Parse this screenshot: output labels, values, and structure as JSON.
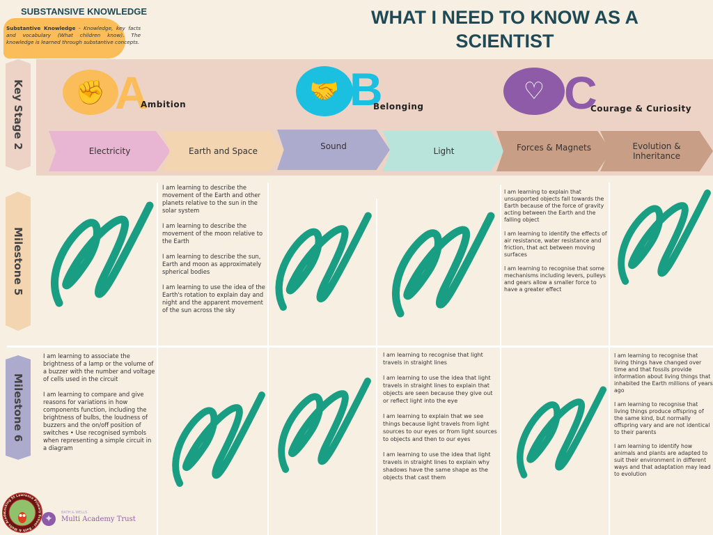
{
  "header": {
    "section_title": "SUBSTANSIVE KNOWLEDGE",
    "definition_term": "Substantive Knowledge",
    "definition_text": " - Knowledge, key facts and vocabulary (What children know). The knowledge is learned through substantive concepts.",
    "title": "WHAT I NEED TO KNOW AS A SCIENTIST"
  },
  "stages": {
    "key_stage": "Key Stage 2",
    "milestone5": "Milestone 5",
    "milestone6": "Milestone 6"
  },
  "values": [
    {
      "letter": "A",
      "label": "Ambition",
      "icon": "fist-icon",
      "color": "#fbbd5a"
    },
    {
      "letter": "B",
      "label": "Belonging",
      "icon": "pinky-promise-icon",
      "color": "#1bbfe0"
    },
    {
      "letter": "C",
      "label": "Courage & Curiosity",
      "icon": "heart-hands-icon",
      "color": "#8e5ba8"
    }
  ],
  "topics": [
    {
      "label": "Electricity",
      "color": "#e8b6d2"
    },
    {
      "label": "Earth and Space",
      "color": "#f3d5b2"
    },
    {
      "label": "Sound",
      "color": "#acabcd"
    },
    {
      "label": "Light",
      "color": "#b8e4dc"
    },
    {
      "label": "Forces & Magnets",
      "color": "#c89e86"
    },
    {
      "label": "Evolution & Inheritance",
      "color": "#c89e86"
    }
  ],
  "milestone5": {
    "earth_space": [
      "I am learning to describe the movement of the Earth and other planets relative to the sun in the solar system",
      "I am learning to describe the movement of the moon relative to the Earth",
      "I am learning to describe the sun, Earth and moon as approximately spherical bodies",
      "I am learning to use the idea of the Earth's rotation to explain day and night and the apparent movement of the sun across the sky"
    ],
    "forces": [
      "I am learning to explain that unsupported objects fall towards the Earth because of the force of gravity acting between the Earth and the falling object",
      "I am learning to identify the effects of air resistance, water resistance and friction, that act between moving surfaces",
      "I am learning to recognise that some mechanisms including levers, pulleys and gears allow a smaller force to have a greater effect"
    ]
  },
  "milestone6": {
    "electricity": [
      "I am learning to associate the brightness of a lamp or the volume of a buzzer with the number and voltage of cells used in the circuit",
      "I am learning to compare and give reasons for variations in how components function, including the brightness of bulbs, the loudness of buzzers and the on/off position of switches • Use recognised symbols when representing a simple circuit in a diagram"
    ],
    "light": [
      "I am learning to recognise that light travels in straight lines",
      "I am learning to use the idea that light travels in straight lines to explain that objects are seen because they give out or reflect light into the eye",
      "I am learning to explain that we see things because light travels from light sources to our eyes or from light sources to objects and then to our eyes",
      "I am learning to use the idea that light travels in straight lines to explain why shadows have the same shape as the objects that cast them"
    ],
    "evolution": [
      "I am learning to recognise that living things have changed over time and that fossils provide information about living things that inhabited the Earth millions of years ago",
      "I am learning to recognise that living things produce offspring of the same kind, but normally offspring vary and are not identical to their parents",
      "I am learning to identify how animals and plants are adapted to suit their environment in different ways and that adaptation may lead to evolution"
    ]
  },
  "footer": {
    "school_logo_text": "Locking St Lawrence Primary School - Bath & Wells Academies",
    "trust_small": "BATH & WELLS",
    "trust_name": "Multi Academy Trust"
  },
  "colors": {
    "squiggle": "#1a9e83",
    "title": "#1f4a55"
  }
}
